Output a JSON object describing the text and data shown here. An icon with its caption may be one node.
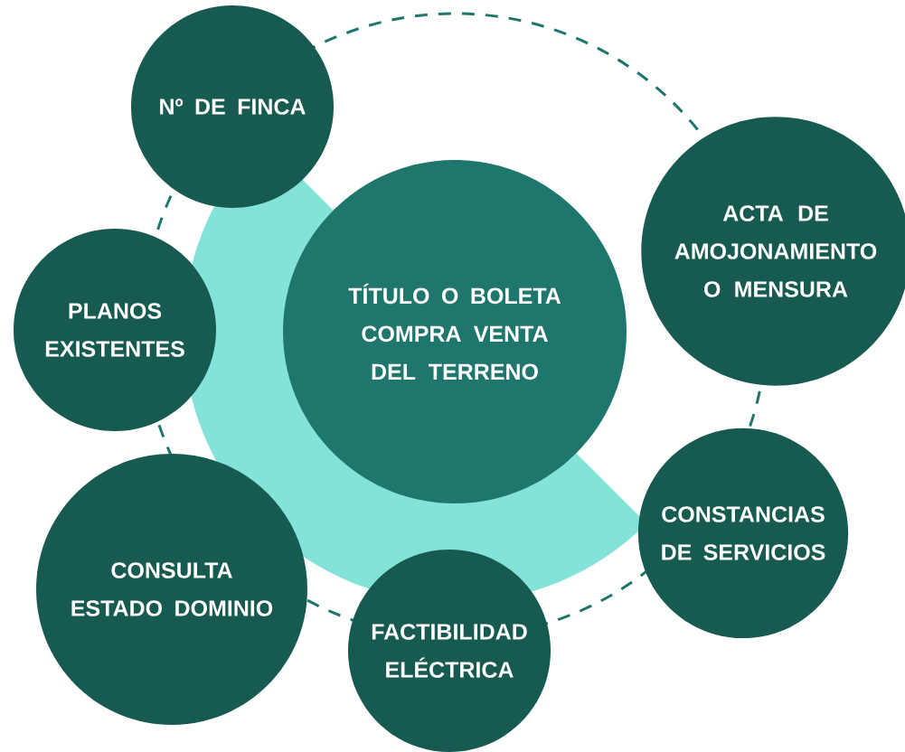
{
  "diagram": {
    "nodes": [
      {
        "text": [
          "TÍTULO O BOLETA COMPRA VENTA DEL TERRENO"
        ]
      },
      {
        "text": [
          "Nº DE FINCA"
        ]
      },
      {
        "text": [
          "ACTA DE AMOJONAMIENTO O MENSURA"
        ]
      },
      {
        "text": [
          "PLANOS EXISTENTES"
        ]
      },
      {
        "text": [
          "CONSTANCIAS DE SERVICIOS"
        ]
      },
      {
        "text": [
          "CONSULTA ESTADO DOMINIO"
        ]
      },
      {
        "text": [
          "FACTIBILIDAD ELÉCTRICA"
        ]
      }
    ]
  }
}
